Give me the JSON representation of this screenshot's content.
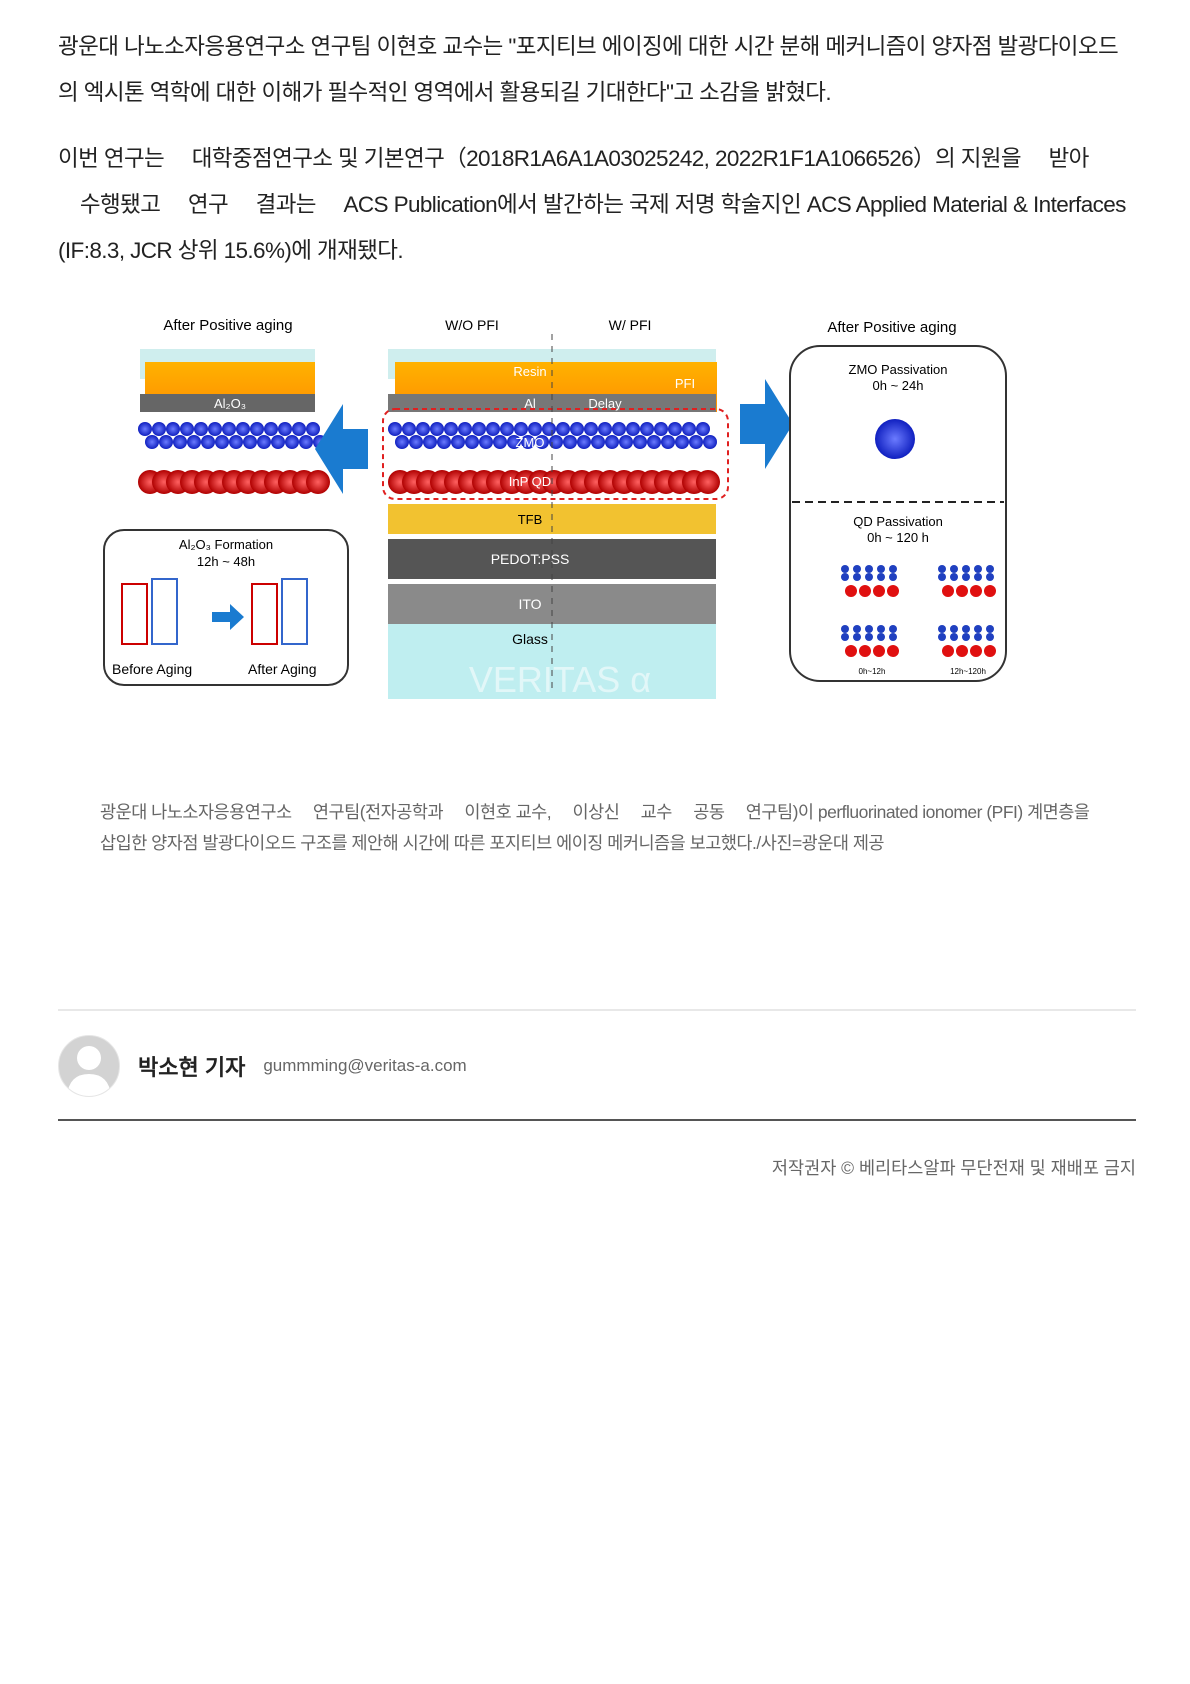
{
  "article": {
    "paragraph1": "광운대 나노소자응용연구소 연구팀 이현호 교수는 \"포지티브 에이징에 대한 시간 분해 메커니즘이 양자점 발광다이오드의 엑시톤 역학에 대한 이해가 필수적인 영역에서 활용되길 기대한다\"고 소감을 밝혔다.",
    "paragraph2": "이번 연구는 　대학중점연구소 및 기본연구（2018R1A6A1A03025242, 2022R1F1A1066526）의 지원을 　받아 　수행됐고 　연구 　결과는 　ACS Publication에서 발간하는 국제 저명 학술지인 ACS Applied Material & Interfaces (IF:8.3, JCR 상위 15.6%)에 개재됐다."
  },
  "figure": {
    "left_title": "After Positive aging",
    "al2o3": "Al₂O₃",
    "al2o3_formation": "Al₂O₃ Formation",
    "al2o3_time": "12h ~ 48h",
    "before_aging": "Before Aging",
    "after_aging": "After Aging",
    "wo_pfi": "W/O PFI",
    "w_pfi": "W/ PFI",
    "resin": "Resin",
    "al": "Al",
    "delay": "Delay",
    "pfi": "PFI",
    "zmo": "ZMO",
    "inp_qd": "InP QD",
    "tfb": "TFB",
    "pedot": "PEDOT:PSS",
    "ito": "ITO",
    "glass": "Glass",
    "watermark": "VERITAS α",
    "right_title": "After Positive aging",
    "zmo_passivation": "ZMO Passivation",
    "zmo_time": "0h ~ 24h",
    "qd_passivation": "QD Passivation",
    "qd_time": "0h ~ 120 h",
    "range1": "0h~12h",
    "range2": "12h~120h"
  },
  "caption": "광운대 나노소자응용연구소 　연구팀(전자공학과 　이현호 교수, 　이상신 　교수 　공동 　연구팀)이 perfluorinated ionomer (PFI) 계면층을 삽입한 양자점 발광다이오드 구조를 제안해 시간에 따른 포지티브 에이징 메커니즘을 보고했다./사진=광운대 제공",
  "byline": {
    "author": "박소현 기자",
    "email": "gummming@veritas-a.com"
  },
  "footer": {
    "copyright": "저작권자 © 베리타스알파 무단전재 및 재배포 금지"
  },
  "colors": {
    "arrow": "#1a7bd0",
    "qd": "#d01818",
    "zmo": "#1c2fd8",
    "tfb": "#f2c230",
    "pedot": "#555555",
    "ito": "#8a8a8a",
    "glass": "#bfeef0"
  }
}
